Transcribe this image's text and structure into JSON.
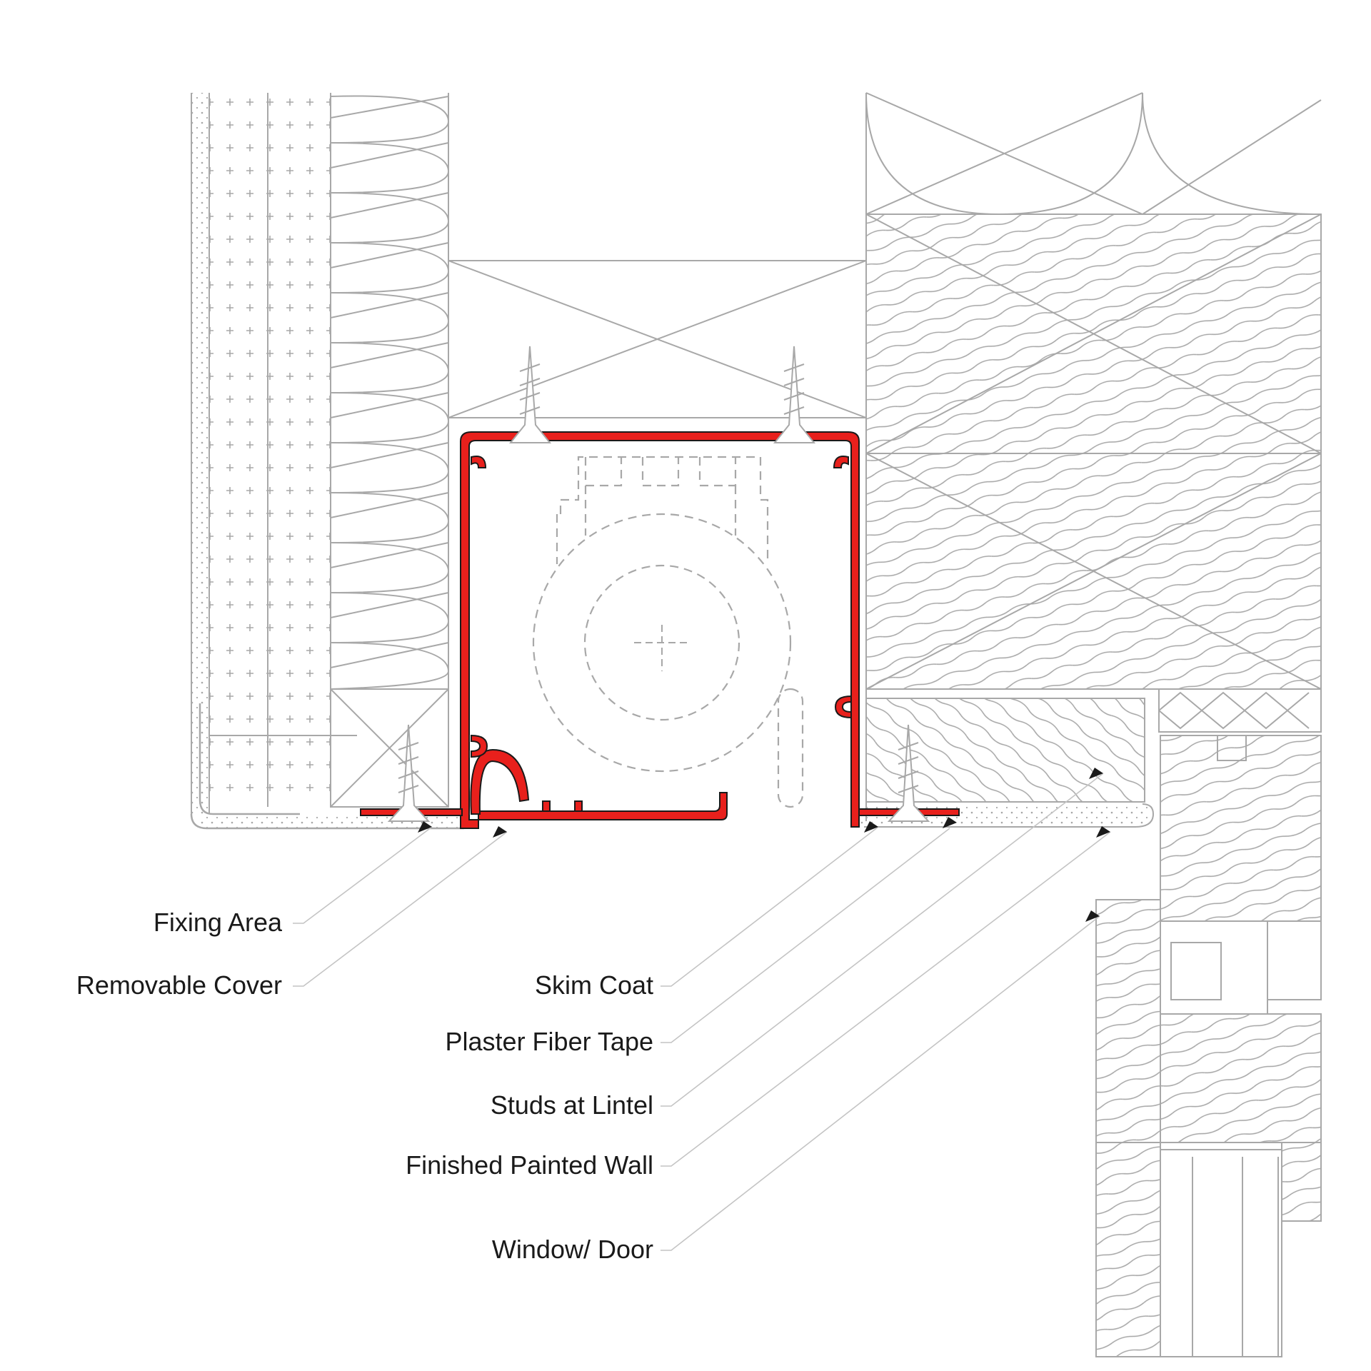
{
  "labels": {
    "fixing_area": "Fixing Area",
    "removable_cover": "Removable Cover",
    "skim_coat": "Skim Coat",
    "plaster_fiber_tape": "Plaster Fiber Tape",
    "studs_at_lintel": "Studs at Lintel",
    "finished_painted_wall": "Finished Painted Wall",
    "window_door": "Window/ Door"
  },
  "colors": {
    "profile": "#e8201c",
    "line": "#a8a8a8",
    "leader": "#c4c4c4",
    "text": "#1a1a1a"
  }
}
